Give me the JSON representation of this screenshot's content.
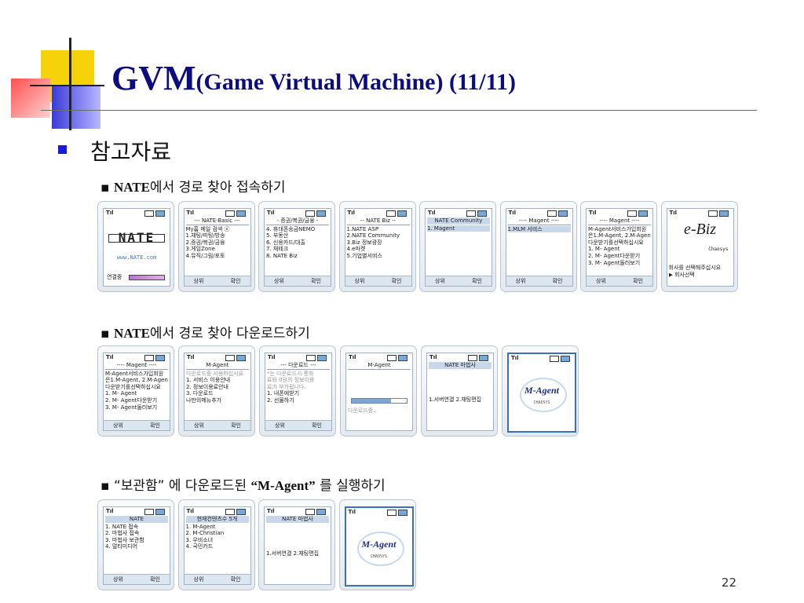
{
  "slide": {
    "title_main": "GVM",
    "title_sub": "(Game Virtual Machine) (11/11)",
    "heading": "참고자료",
    "page_number": "22"
  },
  "sections": [
    {
      "marker": "▪",
      "bold": "NATE",
      "text": "에서 경로 찾아 접속하기"
    },
    {
      "marker": "▪",
      "text_html": "“보관함” 에 다운로드된 ",
      "bold": "“M-Agent”",
      "text": " 를 실행하기",
      "pre": "“보관함” 에 다운로드된 "
    },
    {
      "marker": "▪",
      "bold": "NATE",
      "text": "에서 경로 찾아 다운로드하기"
    }
  ],
  "phones_row1": [
    {
      "kind": "logo",
      "logo": "NATE",
      "url": "www.NATE.com",
      "status": "연결중"
    },
    {
      "title": "--- NATE-Basic ---",
      "lines": [
        "My홈 메일 검색 ⓔ",
        "1.채팅/미팅/방송",
        "2.증권/복권/금융",
        "3.게임Zone",
        "4.뮤직/그림/포토"
      ],
      "left": "상위",
      "right": "확인"
    },
    {
      "title": "- 증권/복권/금융 -",
      "lines": [
        "4. 휴대폰송금NEMO",
        "5. 부동산",
        "6. 신용카드/대출",
        "7. 재테크",
        "8. NATE Biz"
      ],
      "left": "상위",
      "right": "확인"
    },
    {
      "title": "-- NATE Biz --",
      "lines": [
        "1.NATE ASP",
        "2.NATE Community",
        "3.Biz 정보광장",
        "4.e마켓",
        "5.기업별서비스"
      ],
      "left": "상위",
      "right": "확인"
    },
    {
      "title": "NATE Community",
      "lines": [
        "1. Magent"
      ],
      "left": "상위",
      "right": "확인"
    },
    {
      "title": "---- Magent ----",
      "lines": [
        "1.MLM 서비스"
      ],
      "left": "상위",
      "right": "확인"
    },
    {
      "title": "---- Magent ----",
      "lines": [
        "M-Agent서비스가입회원",
        "은1.M-Agent, 2.M-Agent",
        "다운받기를선택하십시요",
        "1. M- Agent",
        "2. M- Agent다운받기",
        "3. M- Agent둘러보기"
      ],
      "left": "상위",
      "right": "확인"
    },
    {
      "kind": "ebiz",
      "logo": "e-Biz",
      "brand": "Chaosys",
      "lines": [
        "회사를 선택해주십시요",
        "▶ 회사선택"
      ]
    }
  ],
  "phones_row2": [
    {
      "title": "---- Magent ----",
      "lines": [
        "M-Agent서비스가입회원",
        "은1.M-Agent, 2.M-Agent",
        "다운받기를선택하십시요",
        "1. M- Agent",
        "2. M- Agent다운받기",
        "3. M- Agent둘러보기"
      ],
      "left": "상위",
      "right": "확인"
    },
    {
      "title": "M-Agent",
      "lines": [
        "다운로드중 사용하십시요",
        "1. 서비스 이용안내",
        "2. 정보이용료안내",
        "3. 다운로드",
        "나만의메뉴추가"
      ],
      "left": "상위",
      "right": "확인"
    },
    {
      "title": "--- 다운로드 ---",
      "lines": [
        "*는 다운로드시 통화",
        "료와 0원의 정보이용",
        "료가 부가됩니다.",
        "1. 내폰에받기",
        "2. 선물하기"
      ],
      "left": "상위",
      "right": "확인"
    },
    {
      "title": "M-Agent",
      "progress": 0.72,
      "lines": [
        "다운로드중.."
      ]
    },
    {
      "title": "NATE 마법사",
      "lines": [
        "1.서버연결 2.채팅편집"
      ]
    },
    {
      "kind": "magent",
      "logo": "M-Agent",
      "brand": "CHAOSYS"
    }
  ],
  "phones_row3": [
    {
      "title": "NATE",
      "lines": [
        "1. NATE 접속",
        "2. 마법사 접속",
        "3. 마법사 보관함",
        "4. 멀티미디어"
      ],
      "left": "상위",
      "right": "확인"
    },
    {
      "title": "현재컨텐츠수 5개",
      "lines": [
        "1. M-Agent",
        "2. M-Christian",
        "3. 우비소녀",
        "4. 국민카드"
      ],
      "left": "상위",
      "right": "확인"
    },
    {
      "title": "NATE 마법사",
      "lines": [
        "1.서버연결 2.채팅편집"
      ]
    },
    {
      "kind": "magent",
      "logo": "M-Agent",
      "brand": "CHAOSYS"
    }
  ]
}
